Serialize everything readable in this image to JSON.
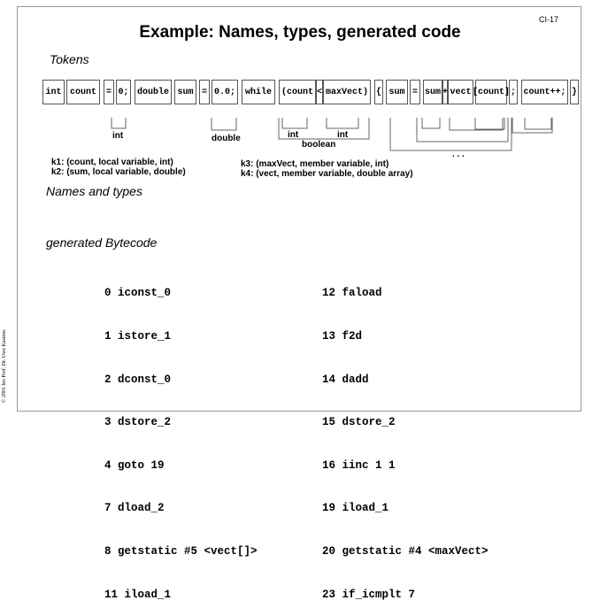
{
  "slide_id": "CI-17",
  "title": "Example: Names, types, generated code",
  "sections": {
    "tokens": "Tokens",
    "names_and_types": "Names and types",
    "bytecode": "generated Bytecode"
  },
  "tokens": [
    "int",
    "count",
    "=",
    "0;",
    "double",
    "sum",
    "=",
    "0.0;",
    "while",
    "(count",
    "<",
    "maxVect)",
    "{",
    "sum",
    "=",
    "sum",
    "+",
    "vect",
    "[count]",
    ";",
    "count++;",
    "}"
  ],
  "type_labels": {
    "int": "int",
    "double": "double",
    "int_a": "int",
    "int_b": "int",
    "boolean": "boolean",
    "dots": ". . ."
  },
  "keys": {
    "k1": "k1: (count, local variable, int)",
    "k2": "k2: (sum, local variable, double)",
    "k3": "k3: (maxVect, member variable, int)",
    "k4": "k4: (vect, member variable, double array)"
  },
  "bytecode_left": [
    "0 iconst_0",
    "1 istore_1",
    "2 dconst_0",
    "3 dstore_2",
    "4 goto 19",
    "7 dload_2",
    "8 getstatic #5 <vect[]>",
    "11 iload_1"
  ],
  "bytecode_right": [
    "12 faload",
    "13 f2d",
    "14 dadd",
    "15 dstore_2",
    "16 iinc 1 1",
    "19 iload_1",
    "20 getstatic #4 <maxVect>",
    "23 if_icmplt 7"
  ],
  "copyright": "© 2001 bei Prof. Dr. Uwe Kastens"
}
